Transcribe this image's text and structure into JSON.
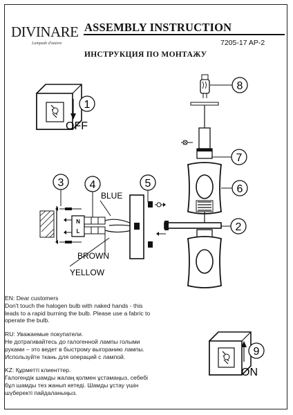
{
  "brand": {
    "name": "Divinare",
    "name_display": "DIVINARE",
    "tagline": "Lampade d'autore"
  },
  "header": {
    "title_en": "ASSEMBLY INSTRUCTION",
    "code": "7205-17 AP-2",
    "title_ru": "ИНСТРУКЦИЯ ПО МОНТАЖУ"
  },
  "steps": {
    "n1": "1",
    "off": "OFF",
    "n2": "2",
    "n3": "3",
    "n4": "4",
    "n5": "5",
    "n6": "6",
    "n7": "7",
    "n8": "8",
    "n9": "9",
    "on": "ON"
  },
  "wires": {
    "blue": "BLUE",
    "brown": "BROWN",
    "yellow": "YELLOW",
    "n": "N",
    "l": "L"
  },
  "notes": {
    "en_heading": "EN: Dear customers",
    "en_body_1": "Don't touch the halogen bulb with naked hands  - this",
    "en_body_2": "leads to a rapid burning the bulb. Please use a fabric to",
    "en_body_3": "operate the bulb.",
    "ru_heading": "RU: Уважаемые покупатели.",
    "ru_body_1": "Не дотрагивайтесь до галогенной лампы голыми",
    "ru_body_2": "руками – это ведет в быстрому выгоранию лампы.",
    "ru_body_3": "Используйте ткань для операций с лампой.",
    "kz_heading": "KZ: Құрметті клиенттер.",
    "kz_body_1": "Галогендік шамды жалаң қолмен ұстамаңыз, себебі",
    "kz_body_2": "бұл шамды тез жанып кетеді. Шамды ұстау үшін",
    "kz_body_3": "шүберекті пайдаланыңыз."
  }
}
